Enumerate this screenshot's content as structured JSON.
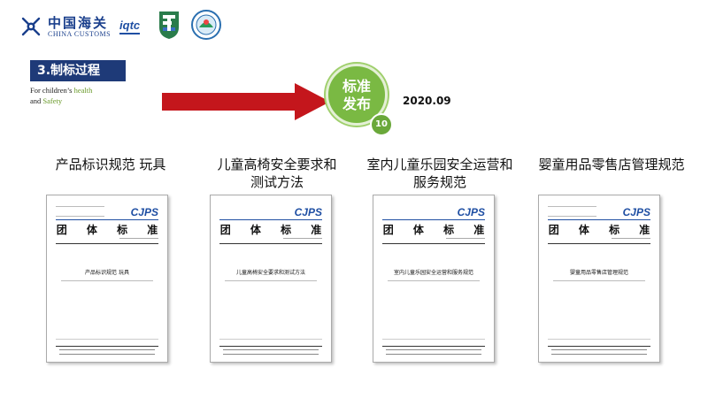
{
  "header": {
    "customs_cn": "中国海关",
    "customs_en": "CHINA CUSTOMS",
    "iqtc": "iqtc"
  },
  "section": {
    "label": "3.制标过程",
    "sub_line1_a": "For children’s ",
    "sub_line1_b": "health",
    "sub_line2_a": "and ",
    "sub_line2_b": "Safety"
  },
  "milestone": {
    "badge_line1": "标准",
    "badge_line2": "发布",
    "step_number": "10",
    "date": "2020.09"
  },
  "standards": [
    {
      "title_line1": "产品标识规范 玩具",
      "title_line2": "",
      "doc_brand": "CJPS",
      "doc_type": "团 体 标 准",
      "doc_name": "产品标识规范 玩具"
    },
    {
      "title_line1": "儿童高椅安全要求和",
      "title_line2": "测试方法",
      "doc_brand": "CJPS",
      "doc_type": "团 体 标 准",
      "doc_name": "儿童高椅安全要求和测试方法"
    },
    {
      "title_line1": "室内儿童乐园安全运营和",
      "title_line2": "服务规范",
      "doc_brand": "CJPS",
      "doc_type": "团 体 标 准",
      "doc_name": "室内儿童乐园安全运营和服务规范"
    },
    {
      "title_line1": "婴童用品零售店管理规范",
      "title_line2": "",
      "doc_brand": "CJPS",
      "doc_type": "团 体 标 准",
      "doc_name": "婴童用品零售店管理规范"
    }
  ],
  "colors": {
    "section_bg": "#1e3a78",
    "arrow": "#c4161c",
    "badge": "#7ab943",
    "brand_blue": "#1f4fa3"
  }
}
